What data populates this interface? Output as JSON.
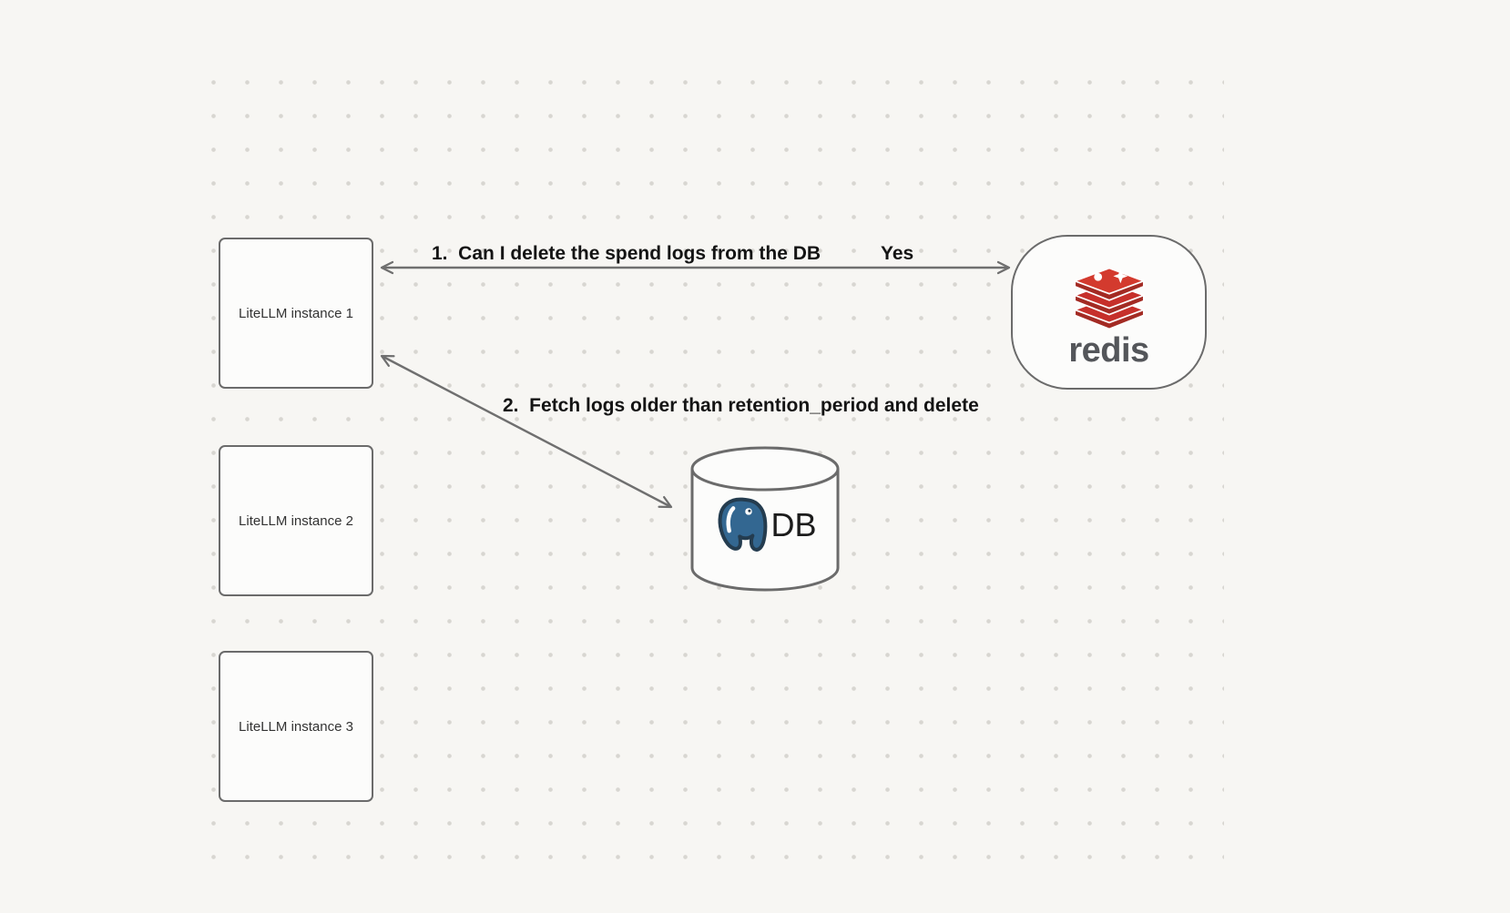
{
  "colors": {
    "background": "#f7f6f3",
    "dot_grid": "#d8d6d1",
    "arrow": "#6f6f6f",
    "node_border": "#6b6b6b",
    "redis_red": "#c6302b",
    "postgres_blue": "#336791",
    "label_text": "#141414"
  },
  "icons": {
    "redis": "redis-stack-icon",
    "postgres": "postgresql-elephant-icon",
    "database": "database-cylinder-shape"
  },
  "nodes": {
    "instance1": {
      "label": "LiteLLM instance 1"
    },
    "instance2": {
      "label": "LiteLLM instance 2"
    },
    "instance3": {
      "label": "LiteLLM instance 3"
    },
    "redis": {
      "label": "redis"
    },
    "db": {
      "label": "DB"
    }
  },
  "edges": {
    "redis_query": {
      "label": "1.  Can I delete the spend logs from the DB",
      "reply": "Yes"
    },
    "db_fetch": {
      "label": "2.  Fetch logs older than retention_period and delete"
    }
  }
}
